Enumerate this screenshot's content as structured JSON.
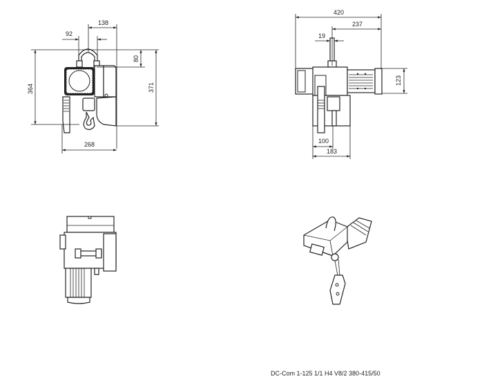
{
  "side_view": {
    "dims": {
      "top_offset": "138",
      "shackle_width": "92",
      "height_left": "364",
      "shackle_height": "80",
      "height_right": "371",
      "width": "268"
    }
  },
  "front_view": {
    "dims": {
      "total_width": "420",
      "motor_offset": "237",
      "chain_width": "19",
      "motor_height": "123",
      "hook_offset": "100",
      "body_width": "183"
    }
  },
  "caption": "DC-Com 1-125 1/1 H4 V8/2 380-415/50"
}
